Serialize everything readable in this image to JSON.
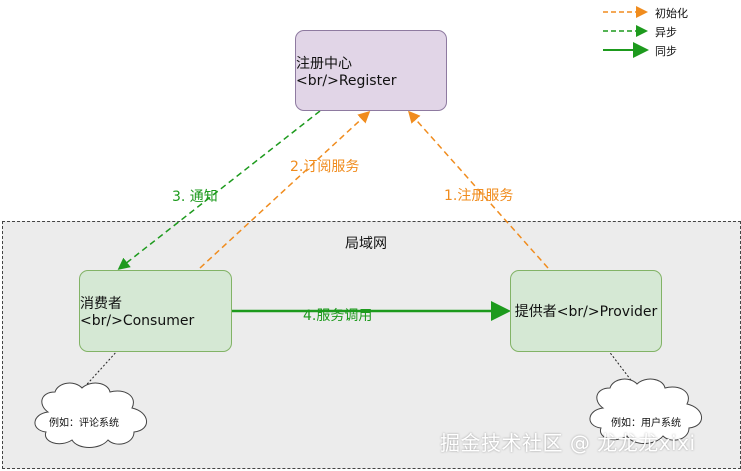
{
  "nodes": {
    "register": "注册中心<br/>Register",
    "consumer": "消费者<br/>Consumer",
    "provider": "提供者<br/>Provider"
  },
  "region": {
    "label": "局域网"
  },
  "edges": {
    "register_label": "1.注册服务",
    "subscribe_label": "2.订阅服务",
    "notify_label": "3. 通知",
    "invoke_label": "4.服务调用"
  },
  "legend": {
    "init": "初始化",
    "async": "异步",
    "sync": "同步"
  },
  "clouds": {
    "consumer_example": "例如：评论系统",
    "provider_example": "例如：用户系统"
  },
  "watermark": "掘金技术社区 @ 龙龙龙xixi",
  "colors": {
    "init": "#f08c1e",
    "async": "#1d9a1d",
    "sync": "#1d9a1d",
    "register_fill": "#e1d5e7",
    "node_fill": "#d5e8d4"
  }
}
